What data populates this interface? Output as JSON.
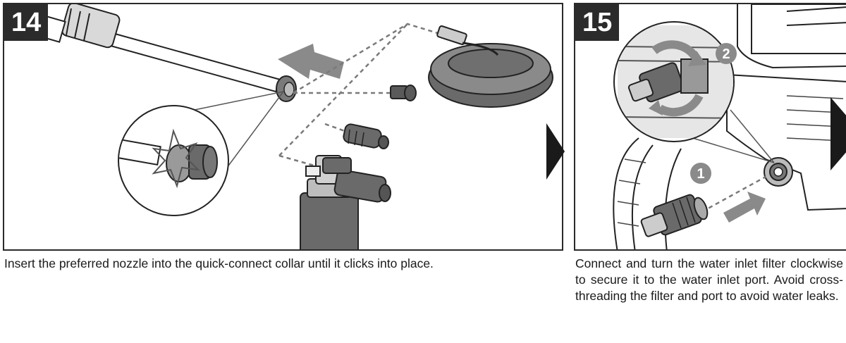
{
  "steps": [
    {
      "number": "14",
      "caption": "Insert the preferred nozzle into the quick-connect collar until it clicks into place."
    },
    {
      "number": "15",
      "caption": "Connect and turn the water inlet filter clockwise to secure it to the water inlet port. Avoid cross-threading the filter and port to avoid water leaks.",
      "callouts": [
        "1",
        "2"
      ]
    }
  ],
  "colors": {
    "badge": "#2b2b2b",
    "part_gray": "#6f6f6f",
    "callout_gray": "#8a8a8a"
  },
  "icons": [
    "next-step-arrow-icon",
    "next-step-arrow-icon-right"
  ]
}
